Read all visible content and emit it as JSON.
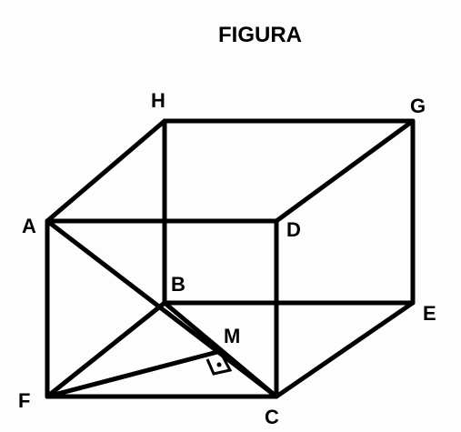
{
  "title": "FIGURA",
  "vertices": {
    "A": "A",
    "B": "B",
    "C": "C",
    "D": "D",
    "E": "E",
    "F": "F",
    "G": "G",
    "H": "H",
    "M": "M"
  },
  "colors": {
    "stroke": "#000000",
    "background": "#fdfdfd"
  }
}
